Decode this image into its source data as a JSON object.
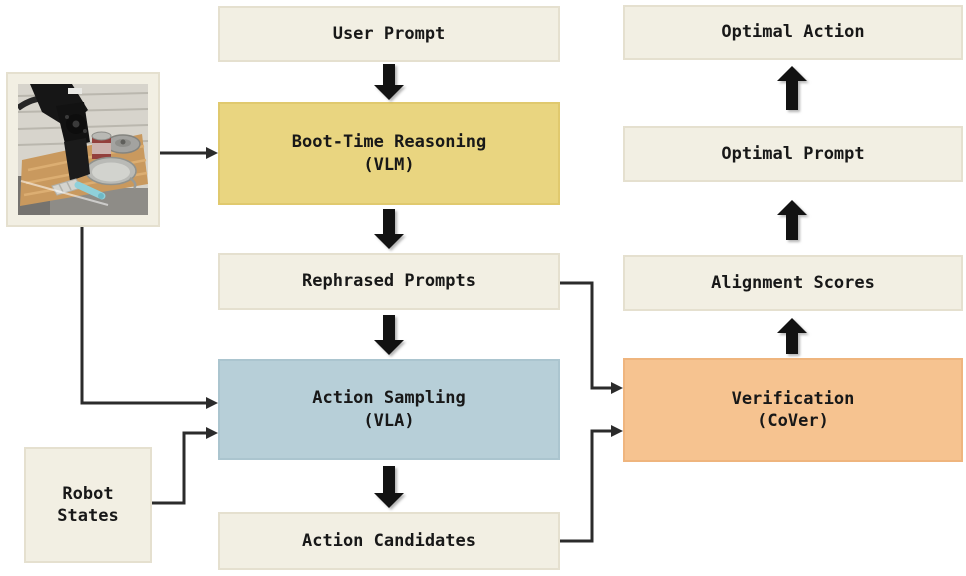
{
  "diagram": {
    "nodes": {
      "user_prompt": {
        "label": "User Prompt"
      },
      "boot_time": {
        "label": "Boot-Time Reasoning",
        "sublabel": "(VLM)"
      },
      "rephrased": {
        "label": "Rephrased Prompts"
      },
      "action_sampling": {
        "label": "Action Sampling",
        "sublabel": "(VLA)"
      },
      "action_candidates": {
        "label": "Action Candidates"
      },
      "robot_states": {
        "line1": "Robot",
        "line2": "States"
      },
      "optimal_action": {
        "label": "Optimal Action"
      },
      "optimal_prompt": {
        "label": "Optimal Prompt"
      },
      "alignment_scores": {
        "label": "Alignment Scores"
      },
      "verification": {
        "label": "Verification",
        "sublabel": "(CoVer)"
      }
    },
    "photo": {
      "name": "robot-workspace-photo"
    },
    "edges": [
      {
        "from": "user_prompt",
        "to": "boot_time",
        "style": "block-down"
      },
      {
        "from": "robot-workspace-photo",
        "to": "boot_time",
        "style": "thin"
      },
      {
        "from": "boot_time",
        "to": "rephrased",
        "style": "block-down"
      },
      {
        "from": "rephrased",
        "to": "action_sampling",
        "style": "block-down"
      },
      {
        "from": "robot-workspace-photo",
        "to": "action_sampling",
        "style": "thin"
      },
      {
        "from": "robot_states",
        "to": "action_sampling",
        "style": "thin"
      },
      {
        "from": "action_sampling",
        "to": "action_candidates",
        "style": "block-down"
      },
      {
        "from": "rephrased",
        "to": "verification",
        "style": "thin"
      },
      {
        "from": "action_candidates",
        "to": "verification",
        "style": "thin"
      },
      {
        "from": "verification",
        "to": "alignment_scores",
        "style": "block-up"
      },
      {
        "from": "alignment_scores",
        "to": "optimal_prompt",
        "style": "block-up"
      },
      {
        "from": "optimal_prompt",
        "to": "optimal_action",
        "style": "block-up"
      }
    ],
    "colors": {
      "node_default_fill": "#f2efe3",
      "node_border": "#e5e0cf",
      "boot_time_fill": "#e9d580",
      "action_sampling_fill": "#b7cfd8",
      "verification_fill": "#f6c390",
      "arrow": "#121212",
      "text": "#181818"
    }
  }
}
